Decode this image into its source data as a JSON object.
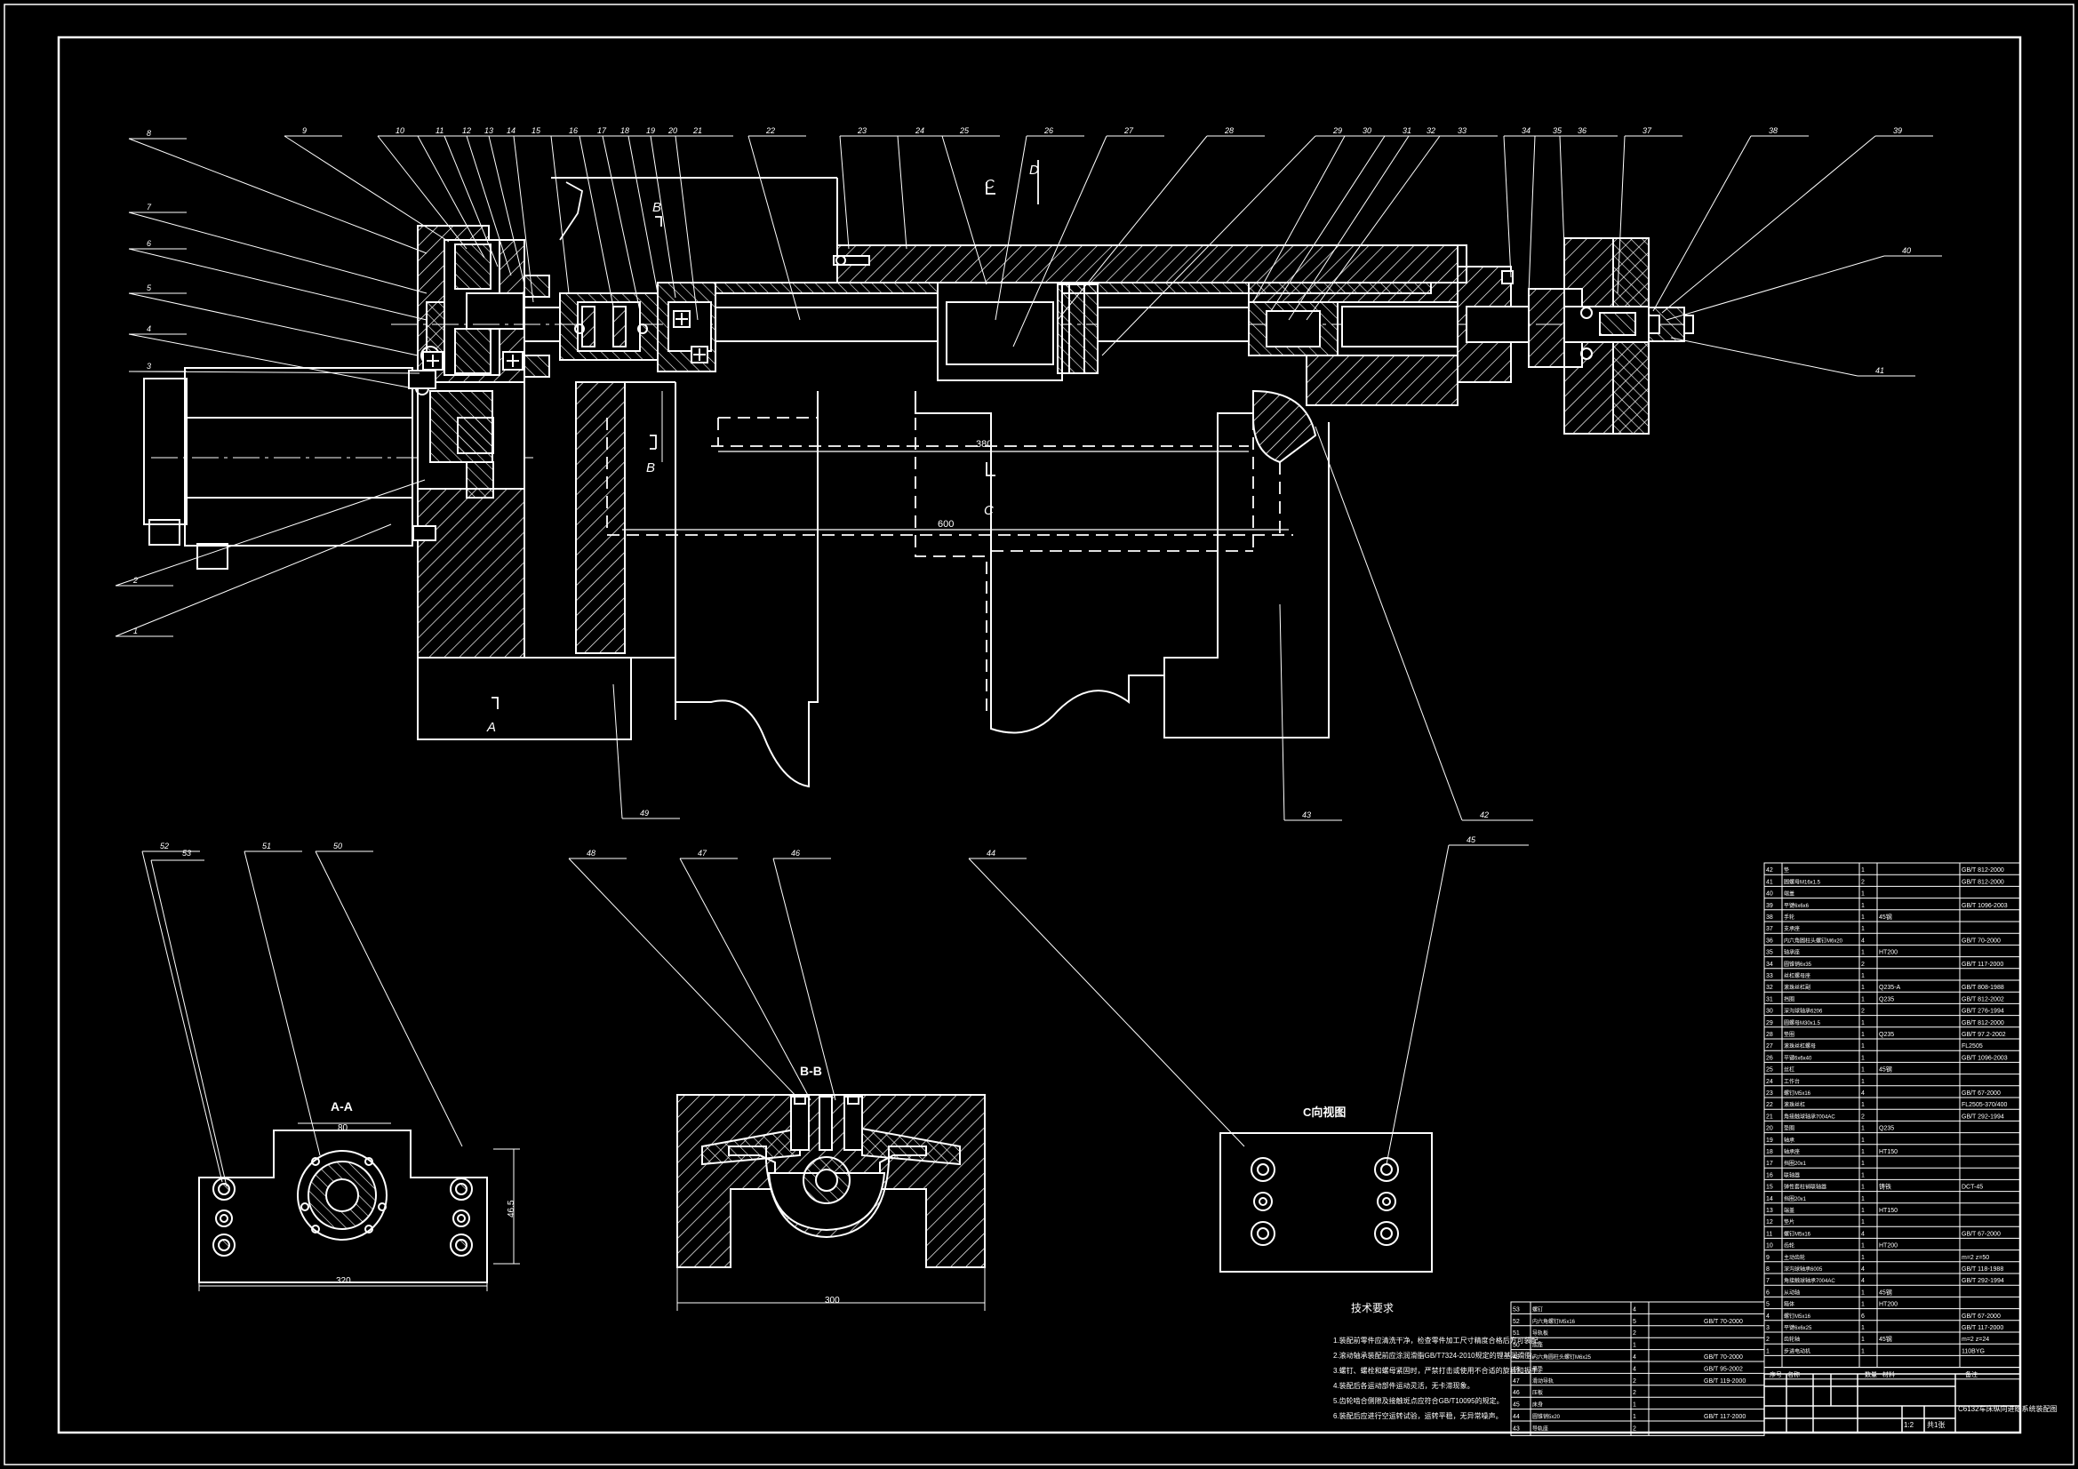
{
  "drawing": {
    "section_labels": {
      "A": "A",
      "B": "B",
      "C": "C",
      "D": "D",
      "aa": "A-A",
      "bb": "B-B",
      "cc": "C向视图"
    },
    "dimensions": {
      "d1": "380",
      "d2": "600",
      "aa_width": "320",
      "aa_top": "80",
      "aa_height": "46.5",
      "bb_width": "300"
    },
    "part_numbers": [
      "1",
      "2",
      "3",
      "4",
      "5",
      "6",
      "7",
      "8",
      "9",
      "10",
      "11",
      "12",
      "13",
      "14",
      "15",
      "16",
      "17",
      "18",
      "19",
      "20",
      "21",
      "22",
      "23",
      "24",
      "25",
      "26",
      "27",
      "28",
      "29",
      "30",
      "31",
      "32",
      "33",
      "34",
      "35",
      "36",
      "37",
      "38",
      "39",
      "40",
      "41",
      "42",
      "43",
      "44",
      "45",
      "46",
      "47",
      "48",
      "49",
      "50",
      "51",
      "52",
      "53"
    ]
  },
  "tech_requirements": {
    "title": "技术要求",
    "items": [
      "1.装配前零件应清洗干净，检查零件加工尺寸精度合格后方可装配。",
      "2.滚动轴承装配前应涂润滑脂GB/T7324-2010规定的锂基润滑脂。",
      "3.螺钉、螺栓和螺母紧固时，严禁打击或使用不合适的旋具和扳手。",
      "4.装配后各运动部件运动灵活，无卡滞现象。",
      "5.齿轮啮合侧隙及接触斑点应符合GB/T10095的规定。",
      "6.装配后应进行空运转试验，运转平稳，无异常噪声。"
    ]
  },
  "bom_upper": [
    {
      "no": "42",
      "name": "垫",
      "qty": "1",
      "mat": "",
      "std": "GB/T 812-2000"
    },
    {
      "no": "41",
      "name": "圆螺母M16x1.5",
      "qty": "2",
      "mat": "",
      "std": "GB/T 812-2000"
    },
    {
      "no": "40",
      "name": "端盖",
      "qty": "1",
      "mat": "",
      "std": ""
    },
    {
      "no": "39",
      "name": "平键6x6x6",
      "qty": "1",
      "mat": "",
      "std": "GB/T 1096-2003"
    },
    {
      "no": "38",
      "name": "手轮",
      "qty": "1",
      "mat": "45钢",
      "std": ""
    },
    {
      "no": "37",
      "name": "支承座",
      "qty": "1",
      "mat": "",
      "std": ""
    },
    {
      "no": "36",
      "name": "内六角圆柱头螺钉M6x20",
      "qty": "4",
      "mat": "",
      "std": "GB/T 70-2000"
    },
    {
      "no": "35",
      "name": "轴承座",
      "qty": "1",
      "mat": "HT200",
      "std": ""
    },
    {
      "no": "34",
      "name": "圆锥销6x35",
      "qty": "2",
      "mat": "",
      "std": "GB/T 117-2000"
    },
    {
      "no": "33",
      "name": "丝杠螺母座",
      "qty": "1",
      "mat": "",
      "std": ""
    },
    {
      "no": "32",
      "name": "滚珠丝杠副",
      "qty": "1",
      "mat": "Q235-A",
      "std": "GB/T 808-1988"
    },
    {
      "no": "31",
      "name": "挡圈",
      "qty": "1",
      "mat": "Q235",
      "std": "GB/T 812-2002"
    },
    {
      "no": "30",
      "name": "深沟球轴承6206",
      "qty": "2",
      "mat": "",
      "std": "GB/T 276-1994"
    },
    {
      "no": "29",
      "name": "圆螺母M30x1.5",
      "qty": "1",
      "mat": "",
      "std": "GB/T 812-2000"
    },
    {
      "no": "28",
      "name": "垫圈",
      "qty": "1",
      "mat": "Q235",
      "std": "GB/T 97.2-2002"
    },
    {
      "no": "27",
      "name": "滚珠丝杠螺母",
      "qty": "1",
      "mat": "",
      "std": "FL2505"
    },
    {
      "no": "26",
      "name": "平键6x6x40",
      "qty": "1",
      "mat": "",
      "std": "GB/T 1096-2003"
    },
    {
      "no": "25",
      "name": "丝杠",
      "qty": "1",
      "mat": "45钢",
      "std": ""
    },
    {
      "no": "24",
      "name": "工作台",
      "qty": "1",
      "mat": "",
      "std": ""
    },
    {
      "no": "23",
      "name": "螺钉M5x16",
      "qty": "4",
      "mat": "",
      "std": "GB/T 67-2000"
    },
    {
      "no": "22",
      "name": "滚珠丝杠",
      "qty": "1",
      "mat": "",
      "std": "FL2505-370/400"
    },
    {
      "no": "21",
      "name": "角接触球轴承7004AC",
      "qty": "2",
      "mat": "",
      "std": "GB/T 292-1994"
    },
    {
      "no": "20",
      "name": "垫圈",
      "qty": "1",
      "mat": "Q235",
      "std": ""
    },
    {
      "no": "19",
      "name": "轴承",
      "qty": "1",
      "mat": "",
      "std": ""
    },
    {
      "no": "18",
      "name": "轴承座",
      "qty": "1",
      "mat": "HT150",
      "std": ""
    },
    {
      "no": "17",
      "name": "挡圈20x1",
      "qty": "1",
      "mat": "",
      "std": ""
    },
    {
      "no": "16",
      "name": "联轴器",
      "qty": "1",
      "mat": "",
      "std": ""
    },
    {
      "no": "15",
      "name": "弹性套柱销联轴器",
      "qty": "1",
      "mat": "铸铁",
      "std": "DCT-45"
    },
    {
      "no": "14",
      "name": "挡圈20x1",
      "qty": "1",
      "mat": "",
      "std": ""
    },
    {
      "no": "13",
      "name": "端盖",
      "qty": "1",
      "mat": "HT150",
      "std": ""
    },
    {
      "no": "12",
      "name": "垫片",
      "qty": "1",
      "mat": "",
      "std": ""
    },
    {
      "no": "11",
      "name": "螺钉M5x16",
      "qty": "4",
      "mat": "",
      "std": "GB/T 67-2000"
    },
    {
      "no": "10",
      "name": "齿轮",
      "qty": "1",
      "mat": "HT200",
      "std": ""
    },
    {
      "no": "9",
      "name": "主动齿轮",
      "qty": "1",
      "mat": "",
      "std": "m=2  z=50"
    },
    {
      "no": "8",
      "name": "深沟球轴承6005",
      "qty": "4",
      "mat": "",
      "std": "GB/T 118-1988"
    },
    {
      "no": "7",
      "name": "角接触球轴承7004AC",
      "qty": "4",
      "mat": "",
      "std": "GB/T 292-1994"
    },
    {
      "no": "6",
      "name": "从动轴",
      "qty": "1",
      "mat": "45钢",
      "std": ""
    },
    {
      "no": "5",
      "name": "箱体",
      "qty": "1",
      "mat": "HT200",
      "std": ""
    },
    {
      "no": "4",
      "name": "螺钉M5x16",
      "qty": "6",
      "mat": "",
      "std": "GB/T 67-2000"
    },
    {
      "no": "3",
      "name": "平键6x6x25",
      "qty": "1",
      "mat": "",
      "std": "GB/T 117-2000"
    },
    {
      "no": "2",
      "name": "齿轮轴",
      "qty": "1",
      "mat": "45钢",
      "std": "m=2  z=24"
    },
    {
      "no": "1",
      "name": "步进电动机",
      "qty": "1",
      "mat": "",
      "std": "110BYG"
    }
  ],
  "bom_header": {
    "no": "序号",
    "name": "名称",
    "qty": "数量",
    "mat": "材料",
    "std": "备注"
  },
  "bom_lower": [
    {
      "no": "53",
      "name": "螺钉",
      "qty": "4",
      "std": ""
    },
    {
      "no": "52",
      "name": "内六角螺钉M5x16",
      "qty": "5",
      "std": "GB/T 70-2000"
    },
    {
      "no": "51",
      "name": "导轨板",
      "qty": "2",
      "std": ""
    },
    {
      "no": "50",
      "name": "底座",
      "qty": "1",
      "std": ""
    },
    {
      "no": "49",
      "name": "内六角圆柱头螺钉M6x25",
      "qty": "4",
      "std": "GB/T 70-2000"
    },
    {
      "no": "48",
      "name": "平垫",
      "qty": "4",
      "std": "GB/T 95-2002"
    },
    {
      "no": "47",
      "name": "滑动导轨",
      "qty": "2",
      "std": "GB/T 119-2000"
    },
    {
      "no": "46",
      "name": "压板",
      "qty": "2",
      "std": ""
    },
    {
      "no": "45",
      "name": "床身",
      "qty": "1",
      "std": ""
    },
    {
      "no": "44",
      "name": "圆锥销5x20",
      "qty": "1",
      "std": "GB/T 117-2000"
    },
    {
      "no": "43",
      "name": "导轨座",
      "qty": "2",
      "std": ""
    }
  ],
  "title_block": {
    "drawing_title": "C6132车床纵向进给系统装配图",
    "scale": "1:2",
    "sheet": "共1张"
  },
  "colors": {
    "background": "#000000",
    "lines": "#ffffff",
    "hidden": "#ffffff"
  }
}
